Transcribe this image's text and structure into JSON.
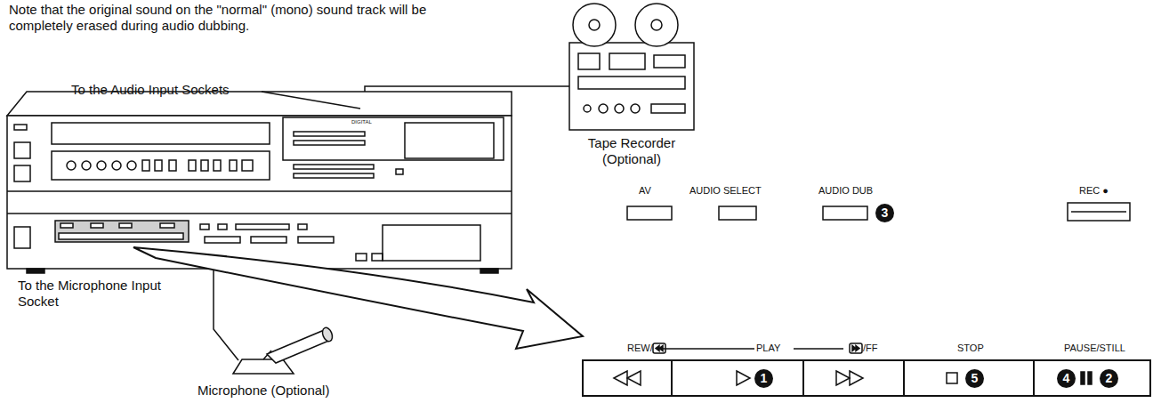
{
  "diagram": {
    "labels": [
      "Note that the original sound on the \"normal\" (mono) sound track will be completely erased during audio dubbing.",
      "To the Audio Input Sockets",
      "Tape Recorder (Optional)",
      "To the Microphone Input Socket",
      "Microphone (Optional)",
      "AV",
      "AUDIO SELECT",
      "AUDIO DUB",
      "3",
      "REC ●",
      "REW/",
      "PLAY",
      "/FF",
      "STOP",
      "PAUSE/STILL",
      "1",
      "5",
      "4",
      "2",
      "DIGITAL"
    ]
  }
}
